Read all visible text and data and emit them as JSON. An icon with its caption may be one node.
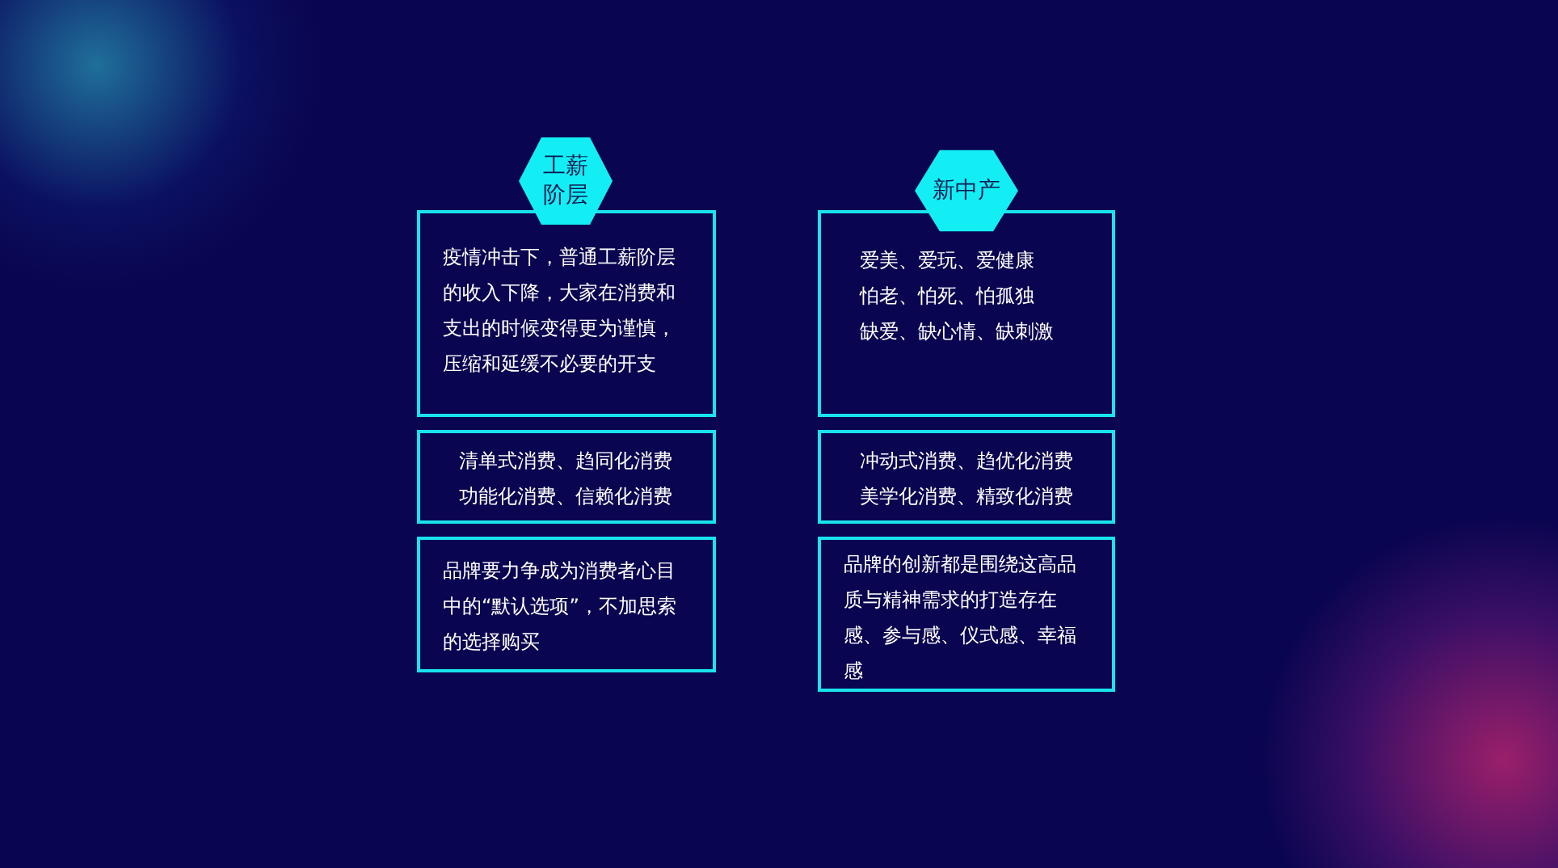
{
  "diagram": {
    "nodes": [
      {
        "text": [
          "工薪阶层"
        ]
      },
      {
        "text": [
          "疫情冲击下，普通工薪阶层的收入下降，大家在消费和支出的时候变得更为谨慎，压缩和延缓不必要的开支"
        ]
      },
      {
        "text": [
          "清单式消费、趋同化消费",
          "功能化消费、信赖化消费"
        ]
      },
      {
        "text": [
          "品牌要力争成为消费者心目中的“默认选项”，不加思索的选择购买"
        ]
      },
      {
        "text": [
          "新中产"
        ]
      },
      {
        "text": [
          "爱美、爱玩、爱健康",
          "怕老、怕死、怕孤独",
          "缺爱、缺心情、缺刺激"
        ]
      },
      {
        "text": [
          "冲动式消费、趋优化消费",
          "美学化消费、精致化消费"
        ]
      },
      {
        "text": [
          "品牌的创新都是围绕这高品质与精神需求的打造存在感、参与感、仪式感、幸福感"
        ]
      }
    ],
    "edges": []
  }
}
